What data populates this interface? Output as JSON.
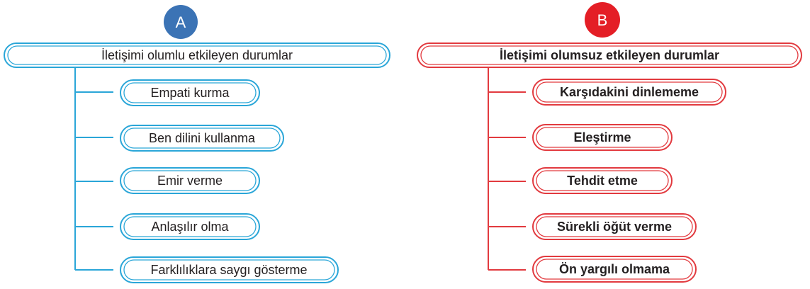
{
  "colors": {
    "blue_accent": "#2aa6d8",
    "blue_circle": "#3b73b5",
    "red_accent": "#e23a3f",
    "red_circle": "#e41e26",
    "text": "#231f20"
  },
  "group_a": {
    "badge": "A",
    "heading": "İletişimi olumlu etkileyen durumlar",
    "items": [
      "Empati kurma",
      "Ben dilini kullanma",
      "Emir verme",
      "Anlaşılır olma",
      "Farklılıklara saygı gösterme"
    ]
  },
  "group_b": {
    "badge": "B",
    "heading": "İletişimi olumsuz etkileyen durumlar",
    "items": [
      "Karşıdakini dinlememe",
      "Eleştirme",
      "Tehdit etme",
      "Sürekli öğüt verme",
      "Ön yargılı olmama"
    ]
  }
}
